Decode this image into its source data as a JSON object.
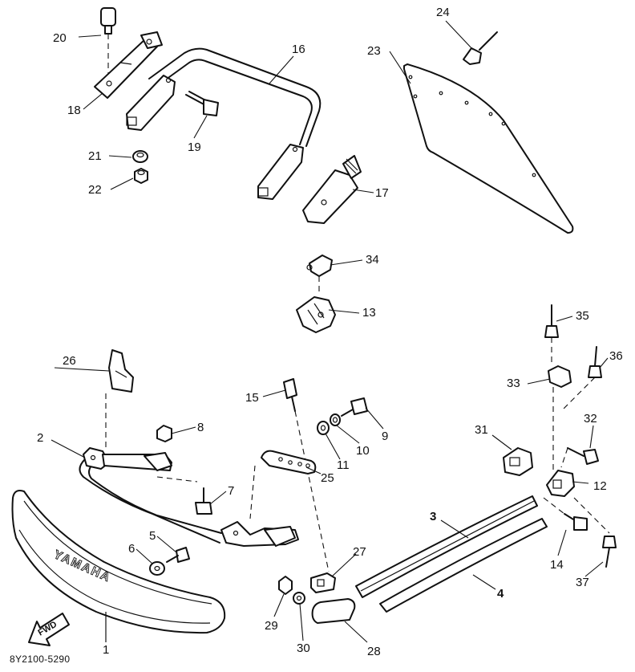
{
  "diagram_code": "8Y2100-5290",
  "fwd_arrow_text": "FWD",
  "bumper_logo_text": "YAMAHA",
  "part_numbers": {
    "p1": "1",
    "p2": "2",
    "p3": "3",
    "p4": "4",
    "p5": "5",
    "p6": "6",
    "p7": "7",
    "p8": "8",
    "p9": "9",
    "p10": "10",
    "p11": "11",
    "p12": "12",
    "p13": "13",
    "p14": "14",
    "p15": "15",
    "p16": "16",
    "p17": "17",
    "p18": "18",
    "p19": "19",
    "p20": "20",
    "p21": "21",
    "p22": "22",
    "p23": "23",
    "p24": "24",
    "p25": "25",
    "p26": "26",
    "p27": "27",
    "p28": "28",
    "p29": "29",
    "p30": "30",
    "p31": "31",
    "p32": "32",
    "p33": "33",
    "p34": "34",
    "p35": "35",
    "p36": "36",
    "p37": "37"
  }
}
